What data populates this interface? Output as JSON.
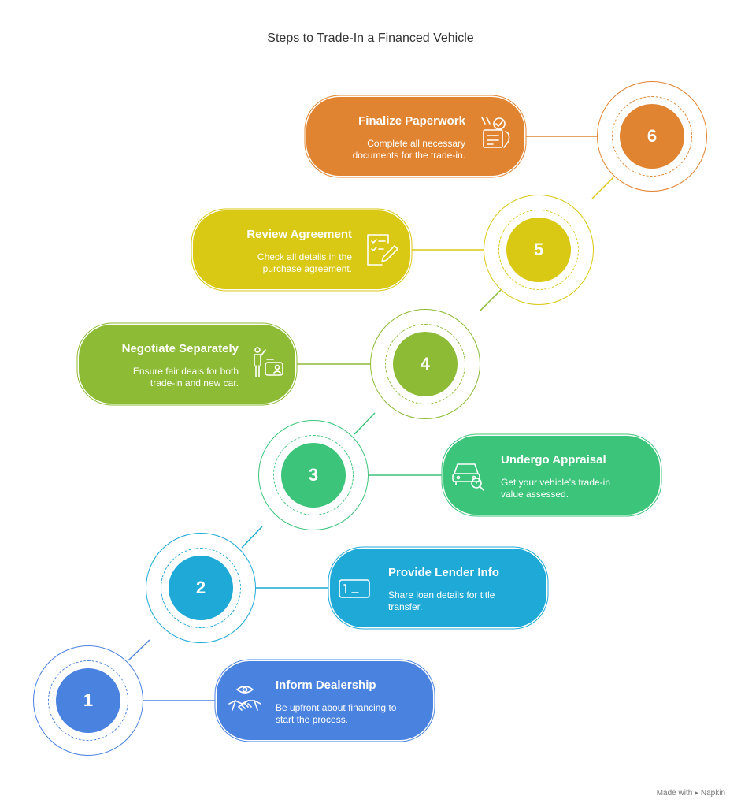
{
  "title": "Steps to Trade-In a Financed Vehicle",
  "steps": [
    {
      "number": "1",
      "title": "Inform Dealership",
      "description": "Be upfront about financing to start the process.",
      "color": "#4A82E0",
      "icon": "eye-handshake-icon"
    },
    {
      "number": "2",
      "title": "Provide Lender Info",
      "description": "Share loan details for title transfer.",
      "color": "#1FA9D6",
      "icon": "id-card-icon"
    },
    {
      "number": "3",
      "title": "Undergo Appraisal",
      "description": "Get your vehicle's trade-in value assessed.",
      "color": "#3CC47A",
      "icon": "car-magnifier-icon"
    },
    {
      "number": "4",
      "title": "Negotiate Separately",
      "description": "Ensure fair deals for both trade-in and new car.",
      "color": "#8DBB36",
      "icon": "negotiation-icon"
    },
    {
      "number": "5",
      "title": "Review Agreement",
      "description": "Check all details in the purchase agreement.",
      "color": "#D9C814",
      "icon": "checklist-pen-icon"
    },
    {
      "number": "6",
      "title": "Finalize Paperwork",
      "description": "Complete all necessary documents for the trade-in.",
      "color": "#E08431",
      "icon": "signed-document-icon"
    }
  ],
  "footer": "Made with ▸ Napkin"
}
